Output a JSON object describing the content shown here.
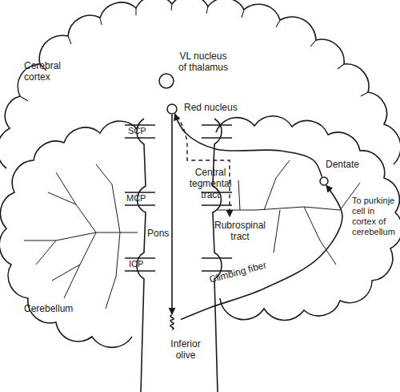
{
  "diagram": {
    "nodes": [
      {
        "text": [
          "VL nucleus of thalamus"
        ]
      },
      {
        "text": [
          "Red nucleus"
        ]
      },
      {
        "text": [
          "Dentate"
        ]
      },
      {
        "text": [
          "Inferior olive"
        ]
      }
    ],
    "edges": [
      {
        "from": 2,
        "to": 1,
        "arrow": "to"
      },
      {
        "from": 1,
        "to": 3,
        "label": "Central tegmental tract",
        "arrow": "to"
      },
      {
        "from": 3,
        "to": 2,
        "label": "Climbing fiber",
        "arrow": "to"
      }
    ],
    "labels": [
      "Cerebral cortex",
      "SCP",
      "MCP",
      "ICP",
      "Pons",
      "Rubrospinal tract",
      "To purkinje cell in cortex of cerebellum",
      "Cerebellum"
    ]
  }
}
